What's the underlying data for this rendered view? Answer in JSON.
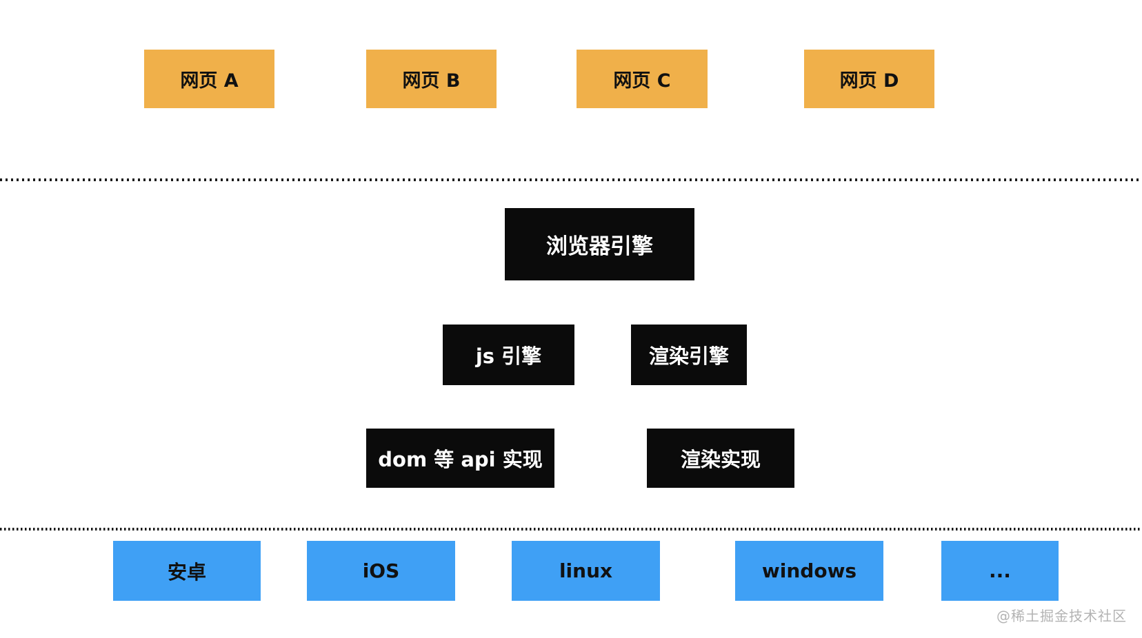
{
  "diagram": {
    "web_pages": [
      {
        "label": "网页 A"
      },
      {
        "label": "网页 B"
      },
      {
        "label": "网页 C"
      },
      {
        "label": "网页 D"
      }
    ],
    "browser_engine": {
      "label": "浏览器引擎"
    },
    "engine_components": [
      {
        "label": "js 引擎"
      },
      {
        "label": "渲染引擎"
      }
    ],
    "implementation_components": [
      {
        "label": "dom 等 api 实现"
      },
      {
        "label": "渲染实现"
      }
    ],
    "os_platforms": [
      {
        "label": "安卓"
      },
      {
        "label": "iOS"
      },
      {
        "label": "linux"
      },
      {
        "label": "windows"
      },
      {
        "label": "..."
      }
    ],
    "watermark": "@稀土掘金技术社区",
    "colors": {
      "background": "#ffffff",
      "webpage_box": "#f0b04a",
      "engine_box": "#0b0b0b",
      "os_box": "#3fa0f5",
      "dark_text": "#111111",
      "light_text": "#ffffff",
      "divider_dots": "#1a1a1a",
      "watermark_text": "#b3b3b3"
    }
  }
}
